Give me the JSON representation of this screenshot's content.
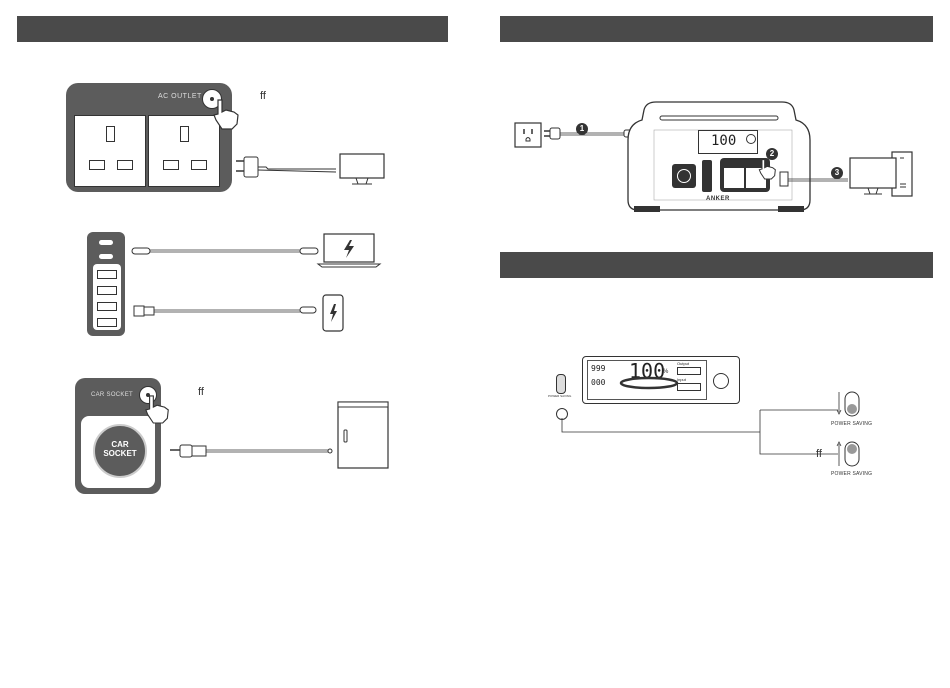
{
  "left_page": {
    "ac_panel": {
      "label": "AC OUTLET",
      "symbol": "ff"
    },
    "car_panel": {
      "label": "CAR SOCKET",
      "socket_text_line1": "CAR",
      "socket_text_line2": "SOCKET",
      "symbol": "ff"
    }
  },
  "right_page": {
    "device": {
      "brand": "ANKER",
      "display_value": "100"
    },
    "steps": [
      "1",
      "2",
      "3"
    ],
    "lcd": {
      "value": "100",
      "unit": "%",
      "left_top_digits": "999",
      "left_bottom_digits": "000",
      "right_top_label": "Output",
      "right_bottom_label": "Input",
      "switch_label": "POWER SAVING"
    },
    "switch_on_label": "POWER SAVING",
    "switch_off_label": "POWER SAVING",
    "off_symbol": "ff"
  },
  "colors": {
    "header_bar": "#4a4a4a",
    "line": "#333333",
    "panel": "#5a5a5a"
  }
}
